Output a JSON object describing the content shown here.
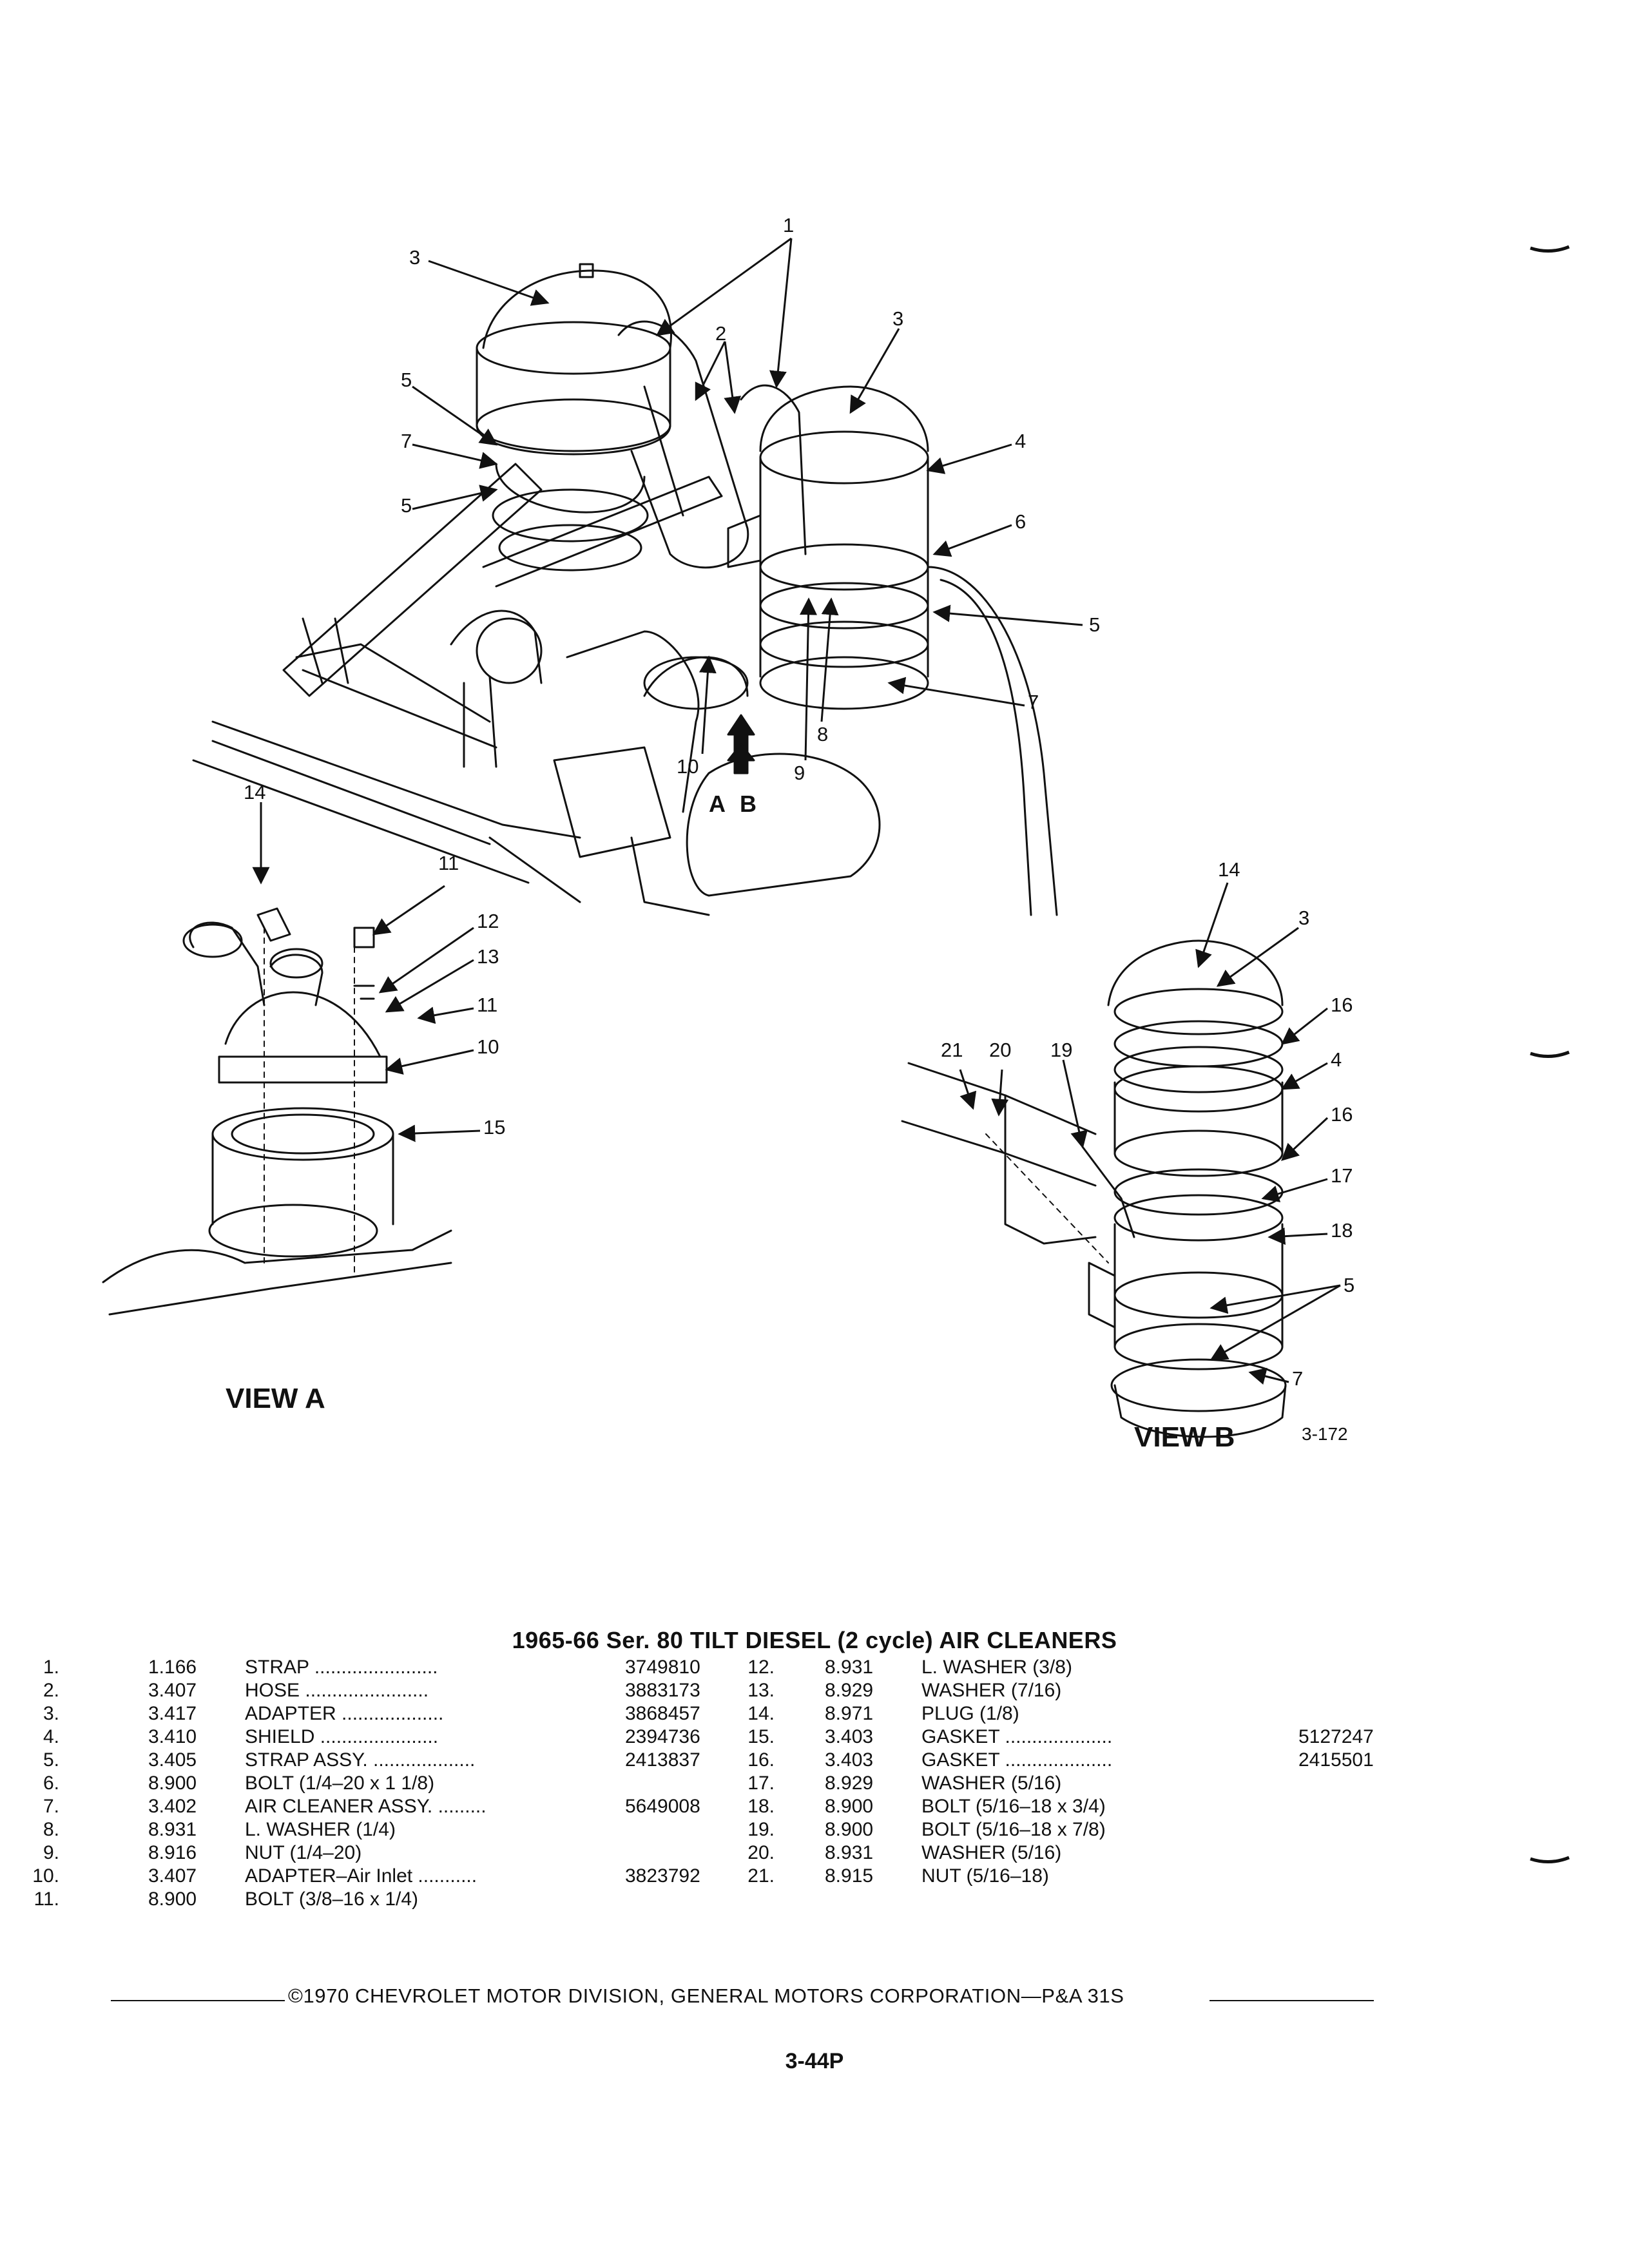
{
  "diagram": {
    "callouts_main": [
      "1",
      "3",
      "2",
      "3",
      "5",
      "7",
      "5",
      "4",
      "6",
      "5",
      "7",
      "9",
      "8",
      "10",
      "A",
      "B"
    ],
    "callouts_view_a": [
      "14",
      "11",
      "12",
      "13",
      "11",
      "10",
      "15"
    ],
    "callouts_view_b": [
      "14",
      "3",
      "21",
      "20",
      "19",
      "16",
      "4",
      "16",
      "17",
      "18",
      "5",
      "7"
    ],
    "view_a_label": "VIEW  A",
    "view_b_label": "VIEW  B",
    "figure_number": "3-172"
  },
  "parts_list": {
    "title": "1965-66 Ser. 80 TILT DIESEL (2 cycle) AIR CLEANERS",
    "left": [
      {
        "no": "1.",
        "code": "1.166",
        "desc": "STRAP .......................",
        "part": "3749810"
      },
      {
        "no": "2.",
        "code": "3.407",
        "desc": "HOSE .......................",
        "part": "3883173"
      },
      {
        "no": "3.",
        "code": "3.417",
        "desc": "ADAPTER ...................",
        "part": "3868457"
      },
      {
        "no": "4.",
        "code": "3.410",
        "desc": "SHIELD ......................",
        "part": "2394736"
      },
      {
        "no": "5.",
        "code": "3.405",
        "desc": "STRAP ASSY. ...................",
        "part": "2413837"
      },
      {
        "no": "6.",
        "code": "8.900",
        "desc": "BOLT (1/4–20 x 1 1/8)",
        "part": ""
      },
      {
        "no": "7.",
        "code": "3.402",
        "desc": "AIR CLEANER ASSY. .........",
        "part": "5649008"
      },
      {
        "no": "8.",
        "code": "8.931",
        "desc": "L. WASHER (1/4)",
        "part": ""
      },
      {
        "no": "9.",
        "code": "8.916",
        "desc": "NUT (1/4–20)",
        "part": ""
      },
      {
        "no": "10.",
        "code": "3.407",
        "desc": "ADAPTER–Air Inlet ...........",
        "part": "3823792"
      },
      {
        "no": "11.",
        "code": "8.900",
        "desc": "BOLT (3/8–16 x 1/4)",
        "part": ""
      }
    ],
    "right": [
      {
        "no": "12.",
        "code": "8.931",
        "desc": "L. WASHER (3/8)",
        "part": ""
      },
      {
        "no": "13.",
        "code": "8.929",
        "desc": "WASHER (7/16)",
        "part": ""
      },
      {
        "no": "14.",
        "code": "8.971",
        "desc": "PLUG (1/8)",
        "part": ""
      },
      {
        "no": "15.",
        "code": "3.403",
        "desc": "GASKET ....................",
        "part": "5127247"
      },
      {
        "no": "16.",
        "code": "3.403",
        "desc": "GASKET ....................",
        "part": "2415501"
      },
      {
        "no": "17.",
        "code": "8.929",
        "desc": "WASHER (5/16)",
        "part": ""
      },
      {
        "no": "18.",
        "code": "8.900",
        "desc": "BOLT (5/16–18 x 3/4)",
        "part": ""
      },
      {
        "no": "19.",
        "code": "8.900",
        "desc": "BOLT (5/16–18 x 7/8)",
        "part": ""
      },
      {
        "no": "20.",
        "code": "8.931",
        "desc": "WASHER (5/16)",
        "part": ""
      },
      {
        "no": "21.",
        "code": "8.915",
        "desc": "NUT (5/16–18)",
        "part": ""
      }
    ]
  },
  "footer": "©1970 CHEVROLET MOTOR DIVISION, GENERAL MOTORS CORPORATION—P&A 31S",
  "page_number": "3-44P"
}
